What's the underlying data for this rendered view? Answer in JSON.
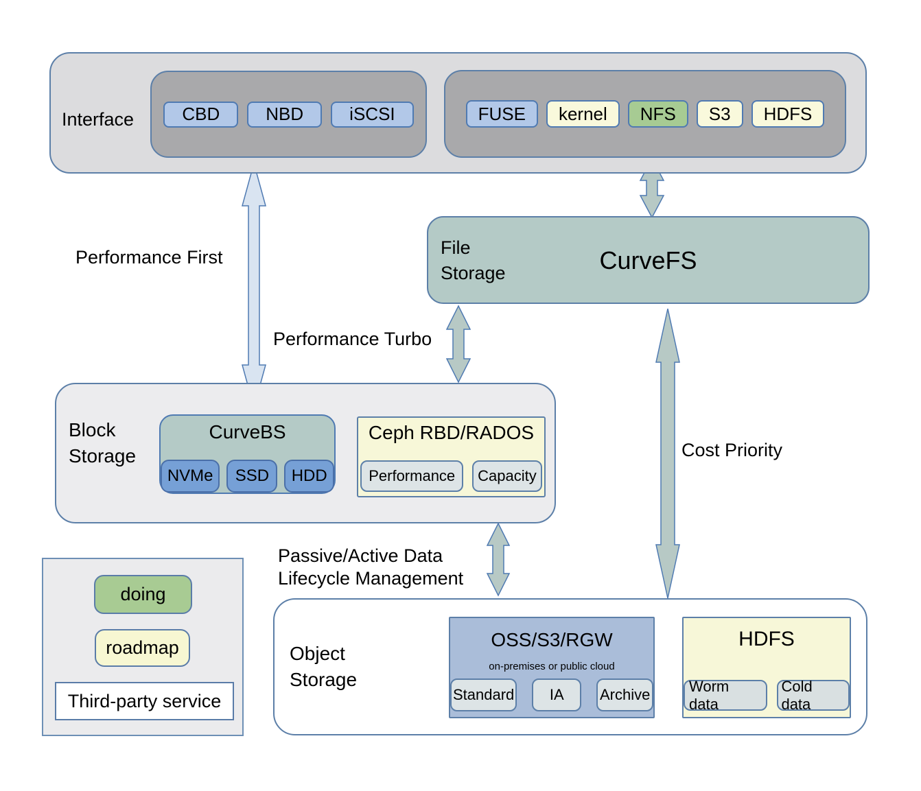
{
  "colors": {
    "border_blue": "#4f7ab2",
    "panel_gray": "#dcdcde",
    "inner_gray": "#a9a9ab",
    "chip_blue": "#b2c8e8",
    "chip_yellow": "#f9f9dc",
    "chip_green": "#a7cb93",
    "teal_box": "#b4cac6",
    "arrow_teal": "#b7c9c5",
    "arrow_light_blue": "#d9e4f1",
    "block_gray": "#ececee",
    "disk_chip_blue": "#76a0d6",
    "ceph_yellow": "#f7f7d8",
    "oss_blue": "#aabdd9"
  },
  "interface": {
    "label": "Interface",
    "block_chips": [
      {
        "label": "CBD",
        "variant": "blue"
      },
      {
        "label": "NBD",
        "variant": "blue"
      },
      {
        "label": "iSCSI",
        "variant": "blue"
      }
    ],
    "file_chips": [
      {
        "label": "FUSE",
        "variant": "blue"
      },
      {
        "label": "kernel",
        "variant": "yellow"
      },
      {
        "label": "NFS",
        "variant": "green"
      },
      {
        "label": "S3",
        "variant": "yellow"
      },
      {
        "label": "HDFS",
        "variant": "yellow"
      }
    ]
  },
  "file_storage": {
    "label_line1": "File",
    "label_line2": "Storage",
    "product": "CurveFS"
  },
  "block_storage": {
    "label_line1": "Block",
    "label_line2": "Storage",
    "curvebs": {
      "title": "CurveBS",
      "chips": [
        "NVMe",
        "SSD",
        "HDD"
      ]
    },
    "ceph": {
      "title": "Ceph RBD/RADOS",
      "chips": [
        "Performance",
        "Capacity"
      ]
    }
  },
  "object_storage": {
    "label_line1": "Object",
    "label_line2": "Storage",
    "oss": {
      "title": "OSS/S3/RGW",
      "subtitle": "on-premises or public cloud",
      "chips": [
        "Standard",
        "IA",
        "Archive"
      ]
    },
    "hdfs": {
      "title": "HDFS",
      "chips": [
        "Worm data",
        "Cold data"
      ]
    }
  },
  "arrows": {
    "performance_first": "Performance First",
    "performance_turbo": "Performance Turbo",
    "cost_priority": "Cost Priority",
    "lifecycle_line1": "Passive/Active Data",
    "lifecycle_line2": "Lifecycle Management"
  },
  "legend": {
    "doing": "doing",
    "roadmap": "roadmap",
    "third_party": "Third-party service"
  }
}
